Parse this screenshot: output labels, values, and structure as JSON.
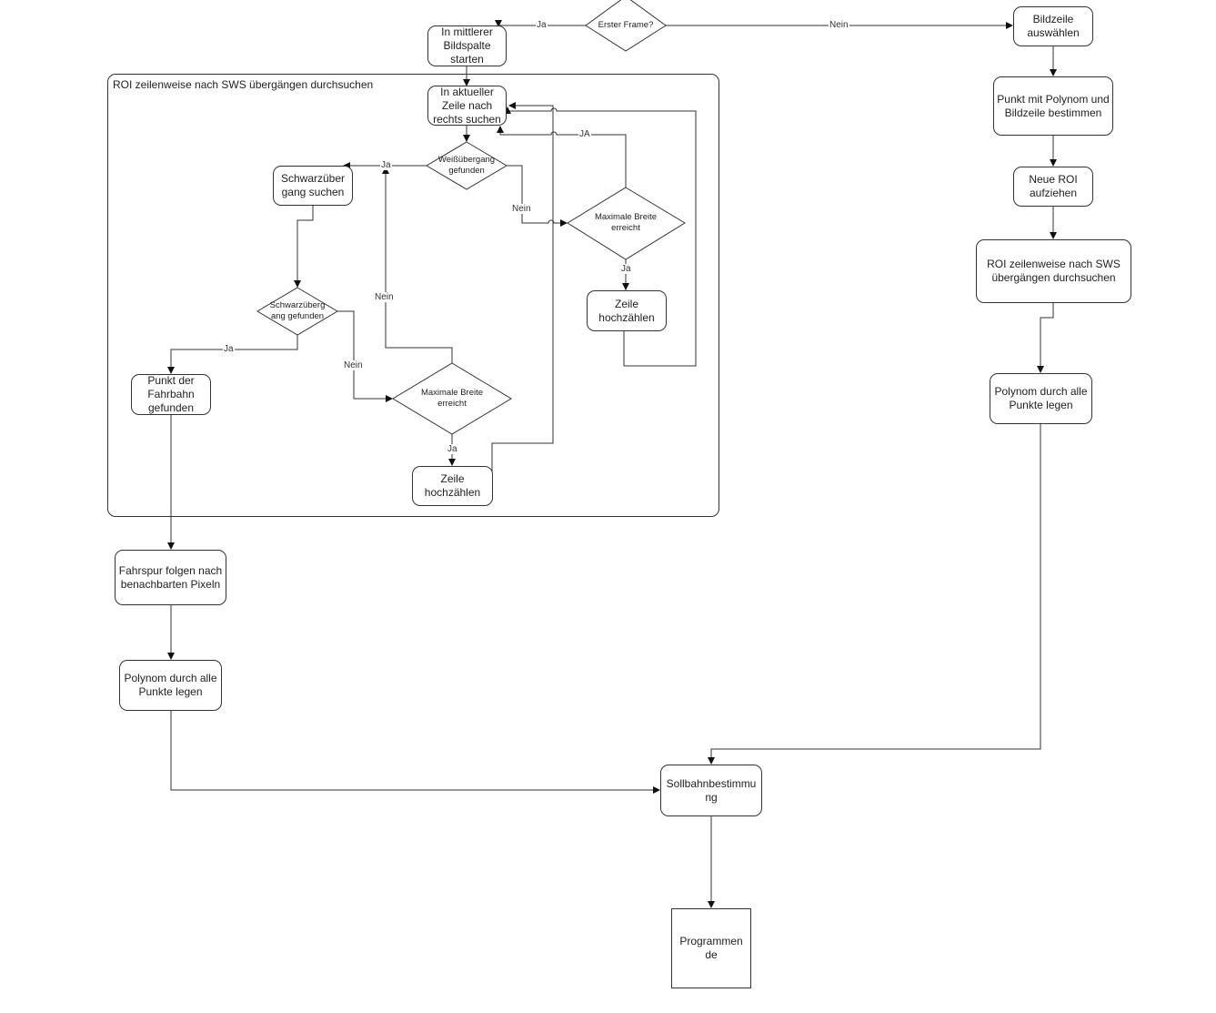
{
  "diagram": {
    "group": {
      "title": "ROI zeilenweise nach SWS übergängen durchsuchen"
    },
    "nodes": {
      "erster_frame": "Erster Frame?",
      "mittlere_spalte": "In mittlerer Bildspalte starten",
      "aktuelle_zeile": "In aktueller Zeile nach rechts suchen",
      "weissuebergang": "Weißübergang gefunden",
      "schwarz_suchen": "Schwarzüber gang suchen",
      "max_breite_1": "Maximale Breite erreicht",
      "zeile_hoch_1": "Zeile hochzählen",
      "schwarz_gefunden": "Schwarzüberg ang gefunden",
      "punkt_fahrbahn": "Punkt der Fahrbahn gefunden",
      "max_breite_2": "Maximale Breite erreicht",
      "zeile_hoch_2": "Zeile hochzählen",
      "fahrspur_folgen": "Fahrspur folgen nach benachbarten Pixeln",
      "polynom_links": "Polynom durch alle Punkte legen",
      "bildzeile": "Bildzeile auswählen",
      "punkt_polynom": "Punkt mit Polynom und Bildzeile bestimmen",
      "neue_roi": "Neue ROI aufziehen",
      "roi_durchsuchen": "ROI zeilenweise nach SWS übergängen durchsuchen",
      "polynom_rechts": "Polynom durch alle Punkte legen",
      "sollbahn": "Sollbahnbestimmu ng",
      "programmende": "Programmen de"
    },
    "edge_labels": {
      "frame_ja": "Ja",
      "frame_nein": "Nein",
      "weiss_ja": "Ja",
      "weiss_nein": "Nein",
      "max1_ja_upper": "JA",
      "max1_ja": "Ja",
      "schwarz_ja": "Ja",
      "schwarz_nein": "Nein",
      "max2_nein": "Nein",
      "max2_ja": "Ja"
    }
  }
}
